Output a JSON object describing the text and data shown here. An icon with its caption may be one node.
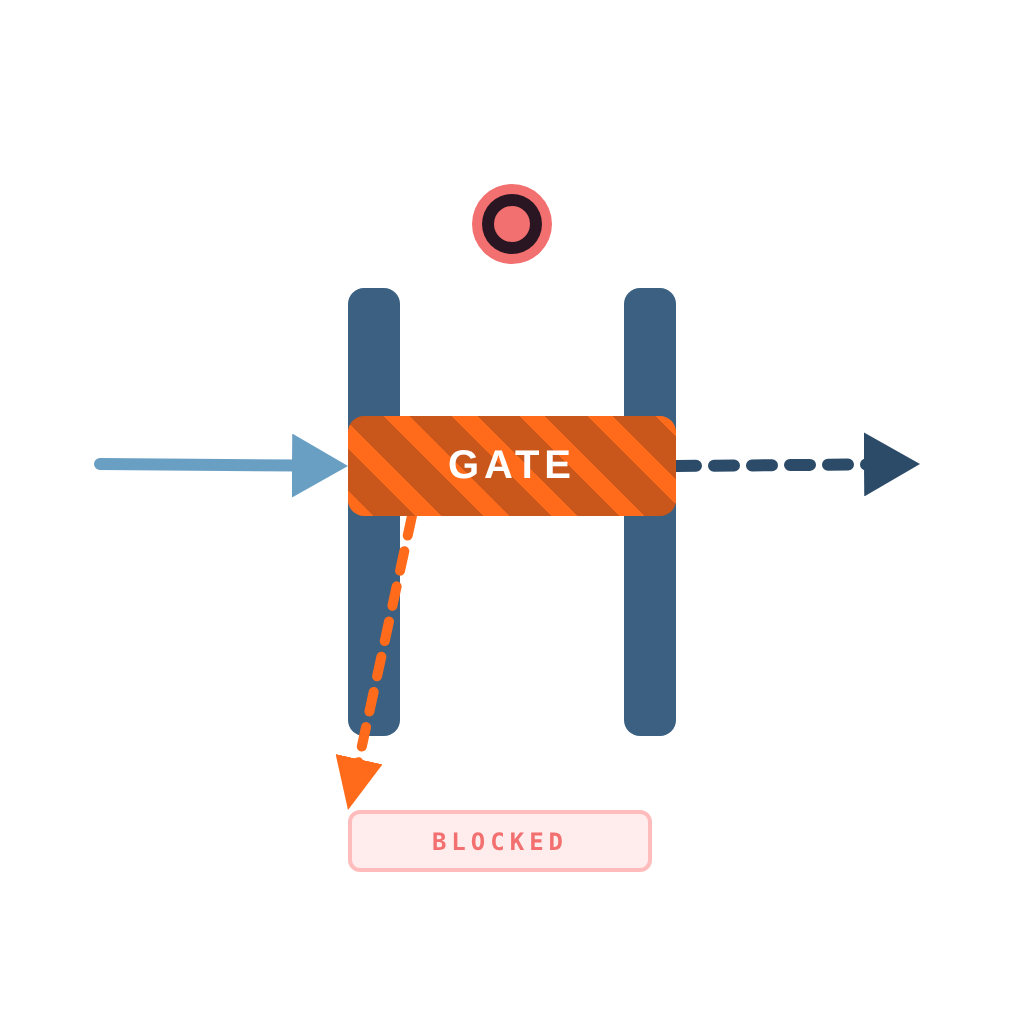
{
  "diagram": {
    "nodes": [
      {
        "text": [
          "GATE"
        ]
      },
      {
        "text": [
          "BLOCKED"
        ]
      }
    ],
    "edges": [
      {
        "from": null,
        "to": 0,
        "arrow": "to",
        "color": "#6a9fc4"
      },
      {
        "from": 0,
        "to": null,
        "arrow": "to",
        "style": "dashed",
        "color": "#2b4b69"
      },
      {
        "from": 0,
        "to": 1,
        "arrow": "to",
        "style": "dashed",
        "color": "#ff6b1a"
      }
    ]
  }
}
